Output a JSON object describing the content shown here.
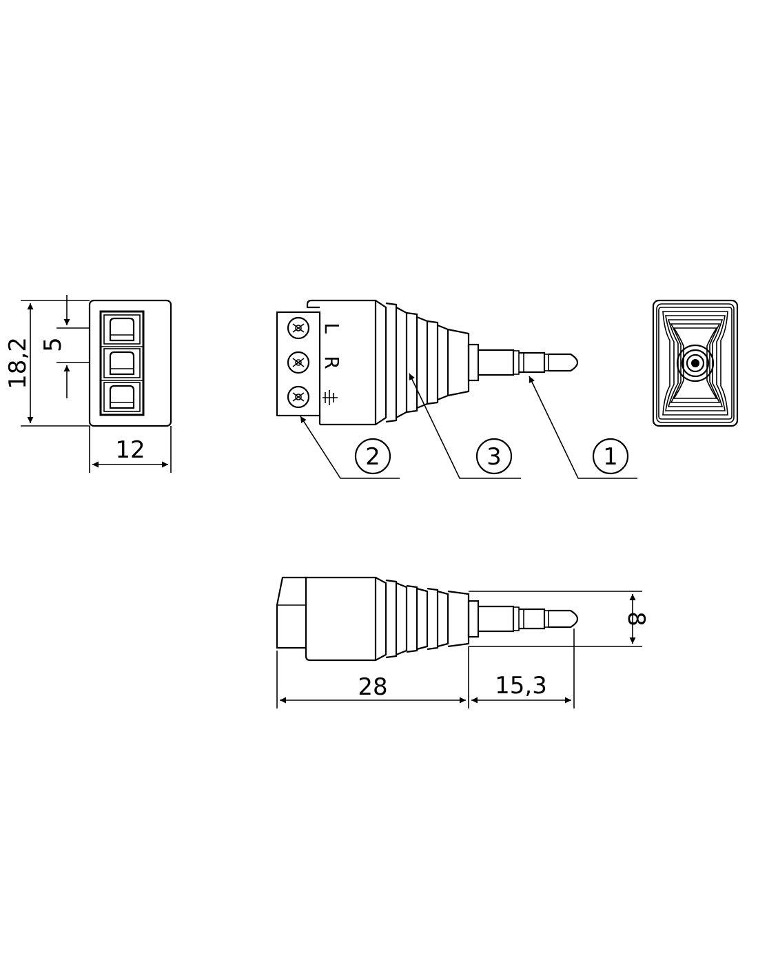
{
  "dimensions": {
    "height": "18,2",
    "pitch": "5",
    "width": "12",
    "length_body": "28",
    "length_plug": "15,3",
    "diameter": "8"
  },
  "terminals": {
    "left": "L",
    "right": "R"
  },
  "callouts": {
    "plug": "1",
    "terminal_block": "2",
    "strain_relief": "3"
  },
  "icons": {
    "ground": "ground-symbol-icon",
    "screw": "cross-screw-icon"
  },
  "colors": {
    "line": "#000000",
    "background": "#ffffff"
  }
}
